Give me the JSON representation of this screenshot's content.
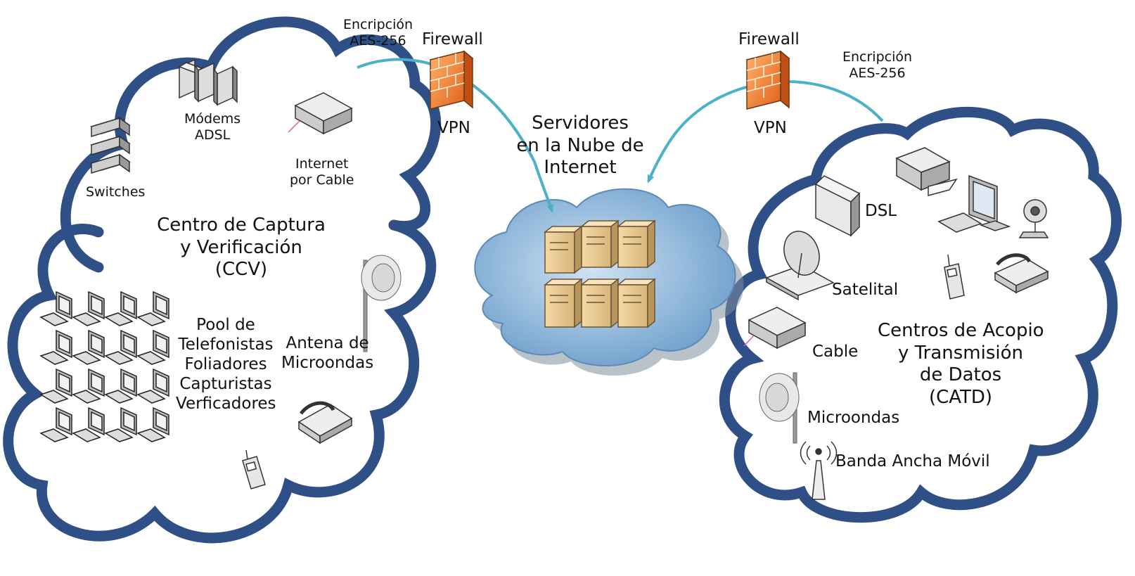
{
  "colors": {
    "cloud_outline": "#2f4f87",
    "arrow": "#4ab1c8",
    "firewall_orange": "#f08a35",
    "internet_cloud": "#8bb8dc"
  },
  "top": {
    "enc_left": [
      "Encripción",
      "AES-256"
    ],
    "enc_right": [
      "Encripción",
      "AES-256"
    ],
    "firewall_left": "Firewall",
    "firewall_right": "Firewall",
    "vpn_left": "VPN",
    "vpn_right": "VPN"
  },
  "center": {
    "title": [
      "Servidores",
      "en la Nube de",
      "Internet"
    ]
  },
  "ccv": {
    "modems": [
      "Módems",
      "ADSL"
    ],
    "internet_cable": [
      "Internet",
      "por Cable"
    ],
    "switches": "Switches",
    "title": [
      "Centro de Captura",
      "y Verificación",
      "(CCV)"
    ],
    "pool": [
      "Pool de",
      "Telefonistas",
      "Foliadores",
      "Capturistas",
      "Verficadores"
    ],
    "antenna": [
      "Antena de",
      "Microondas"
    ]
  },
  "catd": {
    "dsl": "DSL",
    "satelital": "Satelital",
    "cable": "Cable",
    "microondas": "Microondas",
    "banda": "Banda Ancha Móvil",
    "title": [
      "Centros de Acopio",
      "y Transmisión",
      "de Datos",
      "(CATD)"
    ]
  },
  "icons": [
    "modem-icon",
    "internet-cable-icon",
    "switch-icon",
    "workstation-pool-icon",
    "microwave-antenna-icon",
    "telephone-icon",
    "mobile-phone-icon",
    "firewall-icon",
    "server-icon",
    "printer-icon",
    "monitor-icon",
    "webcam-icon",
    "dsl-modem-icon",
    "satellite-dish-icon",
    "cable-modem-icon",
    "cellular-antenna-icon"
  ]
}
